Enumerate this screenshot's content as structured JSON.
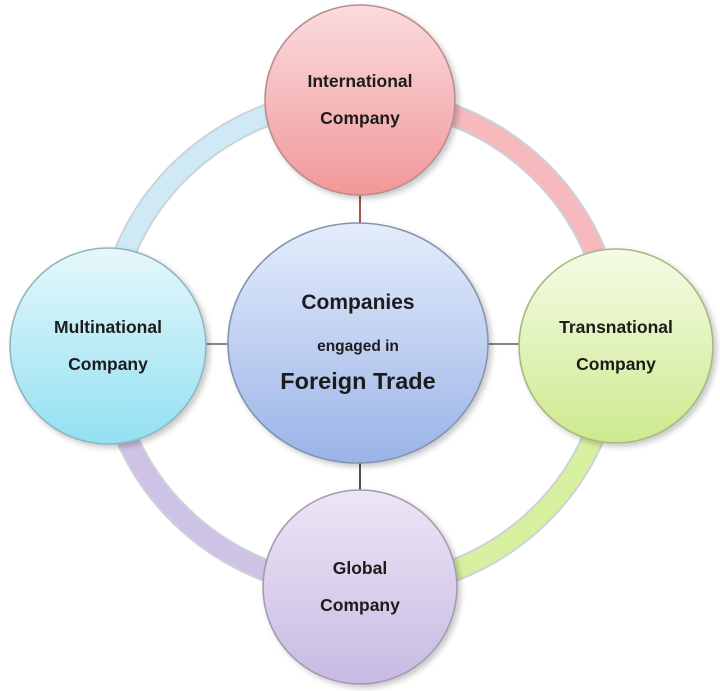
{
  "diagram": {
    "background": "#ffffff",
    "text_color": "#1c1c1c",
    "center_node": {
      "line1": "Companies",
      "line2": "engaged in",
      "line3": "Foreign Trade",
      "fill_light": "#e4edfb",
      "fill_dark": "#9bb3e8",
      "border": "#8494ad"
    },
    "nodes": {
      "top": {
        "line1": "International",
        "line2": "Company",
        "fill_light": "#fbdcde",
        "fill_dark": "#f19799",
        "border": "#bb8d8f"
      },
      "left": {
        "line1": "Multinational",
        "line2": "Company",
        "fill_light": "#e6f7fb",
        "fill_dark": "#93e0f2",
        "border": "#8fb6be"
      },
      "right": {
        "line1": "Transnational",
        "line2": "Company",
        "fill_light": "#f5fbe7",
        "fill_dark": "#cdea8e",
        "border": "#a9b77f"
      },
      "bottom": {
        "line1": "Global",
        "line2": "Company",
        "fill_light": "#ece6f6",
        "fill_dark": "#c8bae2",
        "border": "#a49ab2"
      }
    },
    "ring": {
      "segment_top_left": "#cfeaf6",
      "segment_top_right": "#f6b9bc",
      "segment_bottom_right": "#d7f0a0",
      "segment_bottom_left": "#cfc2e7",
      "edge": "#a9b6bf"
    },
    "connectors": {
      "top": "#a4504f",
      "left": "#7f8c99",
      "right": "#7d8a7d",
      "bottom": "#50505c"
    }
  }
}
